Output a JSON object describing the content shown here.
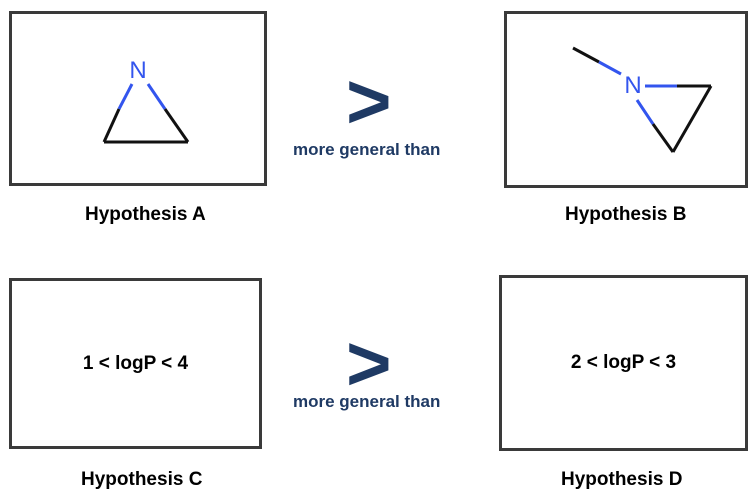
{
  "hypotheses": [
    {
      "caption": "Hypothesis A",
      "content_type": "structure",
      "atom_label": "N"
    },
    {
      "caption": "Hypothesis B",
      "content_type": "structure",
      "atom_label": "N"
    },
    {
      "caption": "Hypothesis C",
      "content_type": "text",
      "content": "1 < logP < 4"
    },
    {
      "caption": "Hypothesis D",
      "content_type": "text",
      "content": "2 < logP < 3"
    }
  ],
  "relations": [
    {
      "symbol": ">",
      "label": "more general than"
    },
    {
      "symbol": ">",
      "label": "more general than"
    }
  ],
  "colors": {
    "relation": "#1f3a64",
    "nitrogen": "#3355ee",
    "bond": "#111111",
    "border": "#3a3a3a"
  }
}
